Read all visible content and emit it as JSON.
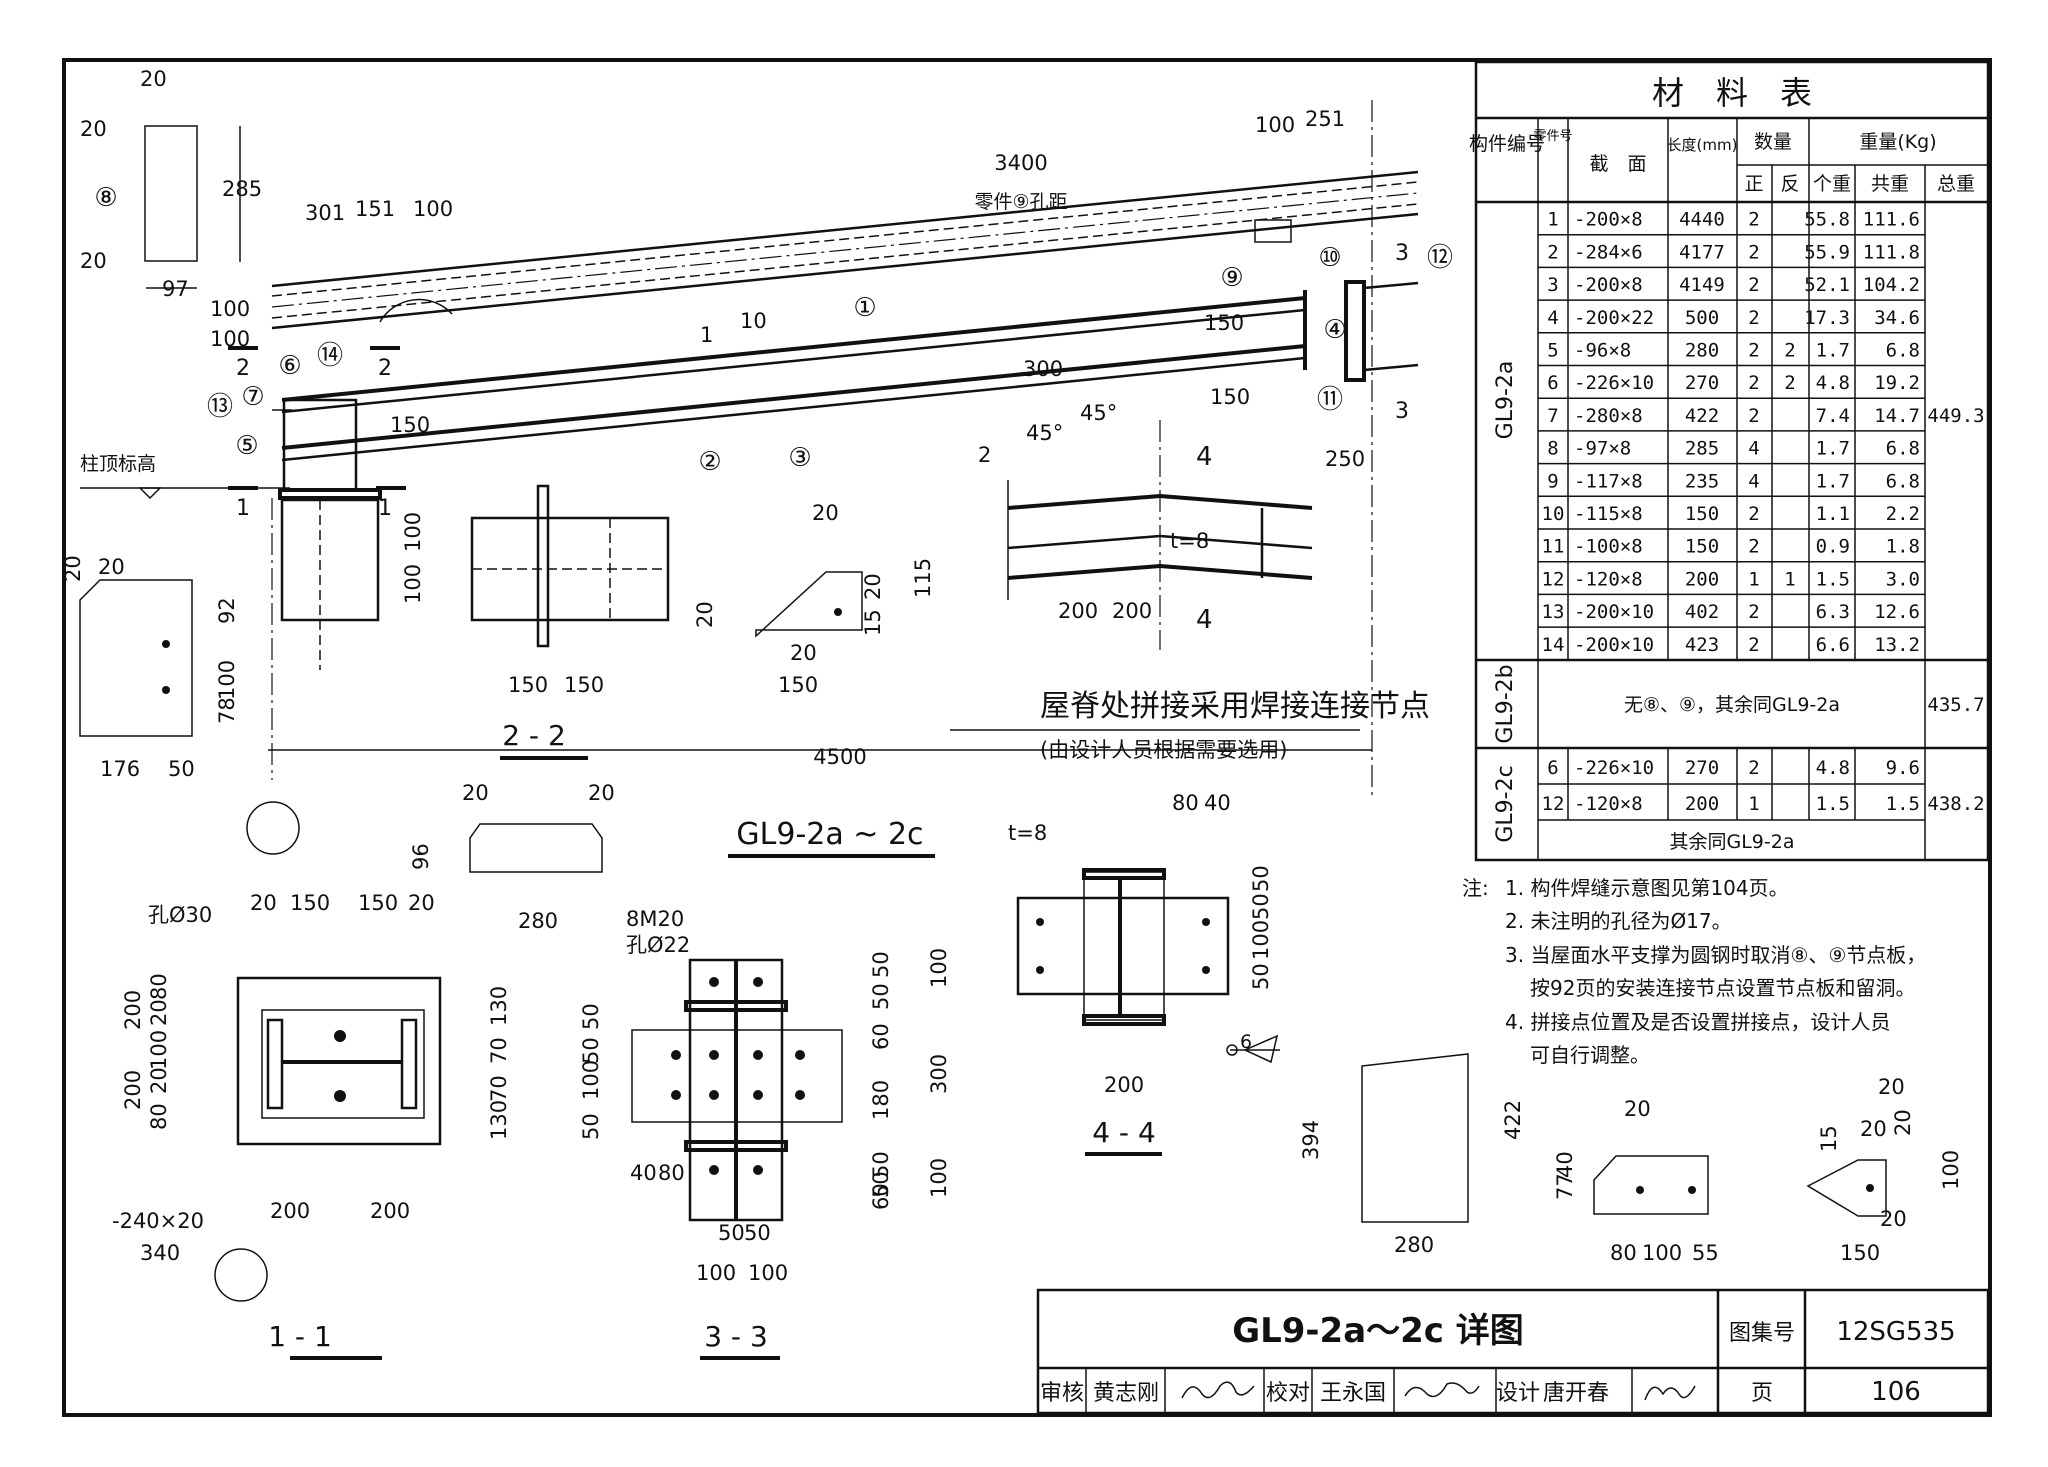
{
  "material_table": {
    "title": "材　料　表",
    "headers": {
      "member_no": "构件编号",
      "part_no": "零件号",
      "section": "截　面",
      "length": "长度(mm)",
      "quantity": "数量",
      "qty_positive": "正",
      "qty_reverse": "反",
      "weight": "重量(Kg)",
      "unit_weight": "个重",
      "total_weight": "共重",
      "grand_weight": "总重"
    },
    "groups": [
      {
        "member": "GL9-2a",
        "total": "449.3",
        "rows": [
          {
            "no": "1",
            "section": "-200×8",
            "length": "4440",
            "pos": "2",
            "rev": "",
            "unit": "55.8",
            "sum": "111.6"
          },
          {
            "no": "2",
            "section": "-284×6",
            "length": "4177",
            "pos": "2",
            "rev": "",
            "unit": "55.9",
            "sum": "111.8"
          },
          {
            "no": "3",
            "section": "-200×8",
            "length": "4149",
            "pos": "2",
            "rev": "",
            "unit": "52.1",
            "sum": "104.2"
          },
          {
            "no": "4",
            "section": "-200×22",
            "length": "500",
            "pos": "2",
            "rev": "",
            "unit": "17.3",
            "sum": "34.6"
          },
          {
            "no": "5",
            "section": "-96×8",
            "length": "280",
            "pos": "2",
            "rev": "2",
            "unit": "1.7",
            "sum": "6.8"
          },
          {
            "no": "6",
            "section": "-226×10",
            "length": "270",
            "pos": "2",
            "rev": "2",
            "unit": "4.8",
            "sum": "19.2"
          },
          {
            "no": "7",
            "section": "-280×8",
            "length": "422",
            "pos": "2",
            "rev": "",
            "unit": "7.4",
            "sum": "14.7"
          },
          {
            "no": "8",
            "section": "-97×8",
            "length": "285",
            "pos": "4",
            "rev": "",
            "unit": "1.7",
            "sum": "6.8"
          },
          {
            "no": "9",
            "section": "-117×8",
            "length": "235",
            "pos": "4",
            "rev": "",
            "unit": "1.7",
            "sum": "6.8"
          },
          {
            "no": "10",
            "section": "-115×8",
            "length": "150",
            "pos": "2",
            "rev": "",
            "unit": "1.1",
            "sum": "2.2"
          },
          {
            "no": "11",
            "section": "-100×8",
            "length": "150",
            "pos": "2",
            "rev": "",
            "unit": "0.9",
            "sum": "1.8"
          },
          {
            "no": "12",
            "section": "-120×8",
            "length": "200",
            "pos": "1",
            "rev": "1",
            "unit": "1.5",
            "sum": "3.0"
          },
          {
            "no": "13",
            "section": "-200×10",
            "length": "402",
            "pos": "2",
            "rev": "",
            "unit": "6.3",
            "sum": "12.6"
          },
          {
            "no": "14",
            "section": "-200×10",
            "length": "423",
            "pos": "2",
            "rev": "",
            "unit": "6.6",
            "sum": "13.2"
          }
        ]
      },
      {
        "member": "GL9-2b",
        "total": "435.7",
        "note": "无⑧、⑨，其余同GL9-2a"
      },
      {
        "member": "GL9-2c",
        "total": "438.2",
        "rows": [
          {
            "no": "6",
            "section": "-226×10",
            "length": "270",
            "pos": "2",
            "rev": "",
            "unit": "4.8",
            "sum": "9.6"
          },
          {
            "no": "12",
            "section": "-120×8",
            "length": "200",
            "pos": "1",
            "rev": "",
            "unit": "1.5",
            "sum": "1.5"
          }
        ],
        "note": "其余同GL9-2a"
      }
    ]
  },
  "notes": {
    "prefix": "注:",
    "items": [
      "1. 构件焊缝示意图见第104页。",
      "2. 未注明的孔径为Ø17。",
      "3. 当屋面水平支撑为圆钢时取消⑧、⑨节点板，",
      "按92页的安装连接节点设置节点板和留洞。",
      "4. 拼接点位置及是否设置拼接点，设计人员",
      "可自行调整。"
    ]
  },
  "title_block": {
    "title": "GL9-2a～2c 详图",
    "atlas_label": "图集号",
    "atlas_no": "12SG535",
    "review_label": "审核",
    "reviewer": "黄志刚",
    "check_label": "校对",
    "checker": "王永国",
    "design_label": "设计",
    "designer": "唐开春",
    "page_label": "页",
    "page_no": "106"
  },
  "main_view": {
    "title": "GL9-2a ~ 2c",
    "hole_spacing": "3400",
    "hole_spacing_note": "零件⑨孔距",
    "total_length": "4500",
    "column_top": "柱顶标高",
    "dims": [
      "20",
      "20",
      "285",
      "20",
      "97",
      "100",
      "100",
      "301",
      "151",
      "100",
      "100",
      "251",
      "150",
      "150",
      "150",
      "250",
      "300",
      "10",
      "1"
    ],
    "part_marks": [
      "⑧",
      "⑥",
      "⑭",
      "⑦",
      "⑬",
      "⑤",
      "②",
      "③",
      "①",
      "⑨",
      "⑩",
      "④",
      "⑪",
      "⑫"
    ],
    "sections": [
      "2",
      "2",
      "1",
      "1",
      "3",
      "3",
      "4",
      "4"
    ]
  },
  "weld_detail": {
    "title": "屋脊处拼接采用焊接连接节点",
    "subtitle": "(由设计人员根据需要选用)",
    "dims": [
      "45°",
      "45°",
      "2",
      "t=8",
      "200",
      "200"
    ]
  },
  "sec_22": {
    "label": "2 - 2",
    "dims": [
      "100",
      "100",
      "150",
      "150"
    ]
  },
  "sec_11": {
    "label": "1 - 1",
    "dims": [
      "孔Ø30",
      "20",
      "150",
      "150",
      "20",
      "200",
      "200",
      "80",
      "20",
      "100",
      "20",
      "80",
      "130",
      "70",
      "70",
      "130",
      "-240×20",
      "340",
      "200",
      "200"
    ]
  },
  "sec_33": {
    "label": "3 - 3",
    "dims": [
      "8M20",
      "孔Ø22",
      "50",
      "50",
      "60",
      "50",
      "60",
      "50",
      "100",
      "180",
      "300",
      "100",
      "50",
      "50",
      "100",
      "50",
      "40",
      "80",
      "50",
      "50",
      "100",
      "100"
    ]
  },
  "sec_44": {
    "label": "4 - 4",
    "dims": [
      "t=8",
      "80",
      "40",
      "50",
      "50",
      "100",
      "50",
      "200",
      "6"
    ]
  },
  "part_details": {
    "p6": [
      "20",
      "20",
      "92",
      "100",
      "78",
      "176",
      "50"
    ],
    "p10": [
      "20",
      "20",
      "20",
      "15",
      "115",
      "20",
      "150"
    ],
    "p5": [
      "20",
      "20",
      "96",
      "280"
    ],
    "p7": [
      "394",
      "422",
      "280"
    ],
    "p9": [
      "20",
      "40",
      "77",
      "80",
      "100",
      "55"
    ],
    "p11": [
      "20",
      "20",
      "15",
      "20",
      "100",
      "20",
      "150"
    ]
  }
}
